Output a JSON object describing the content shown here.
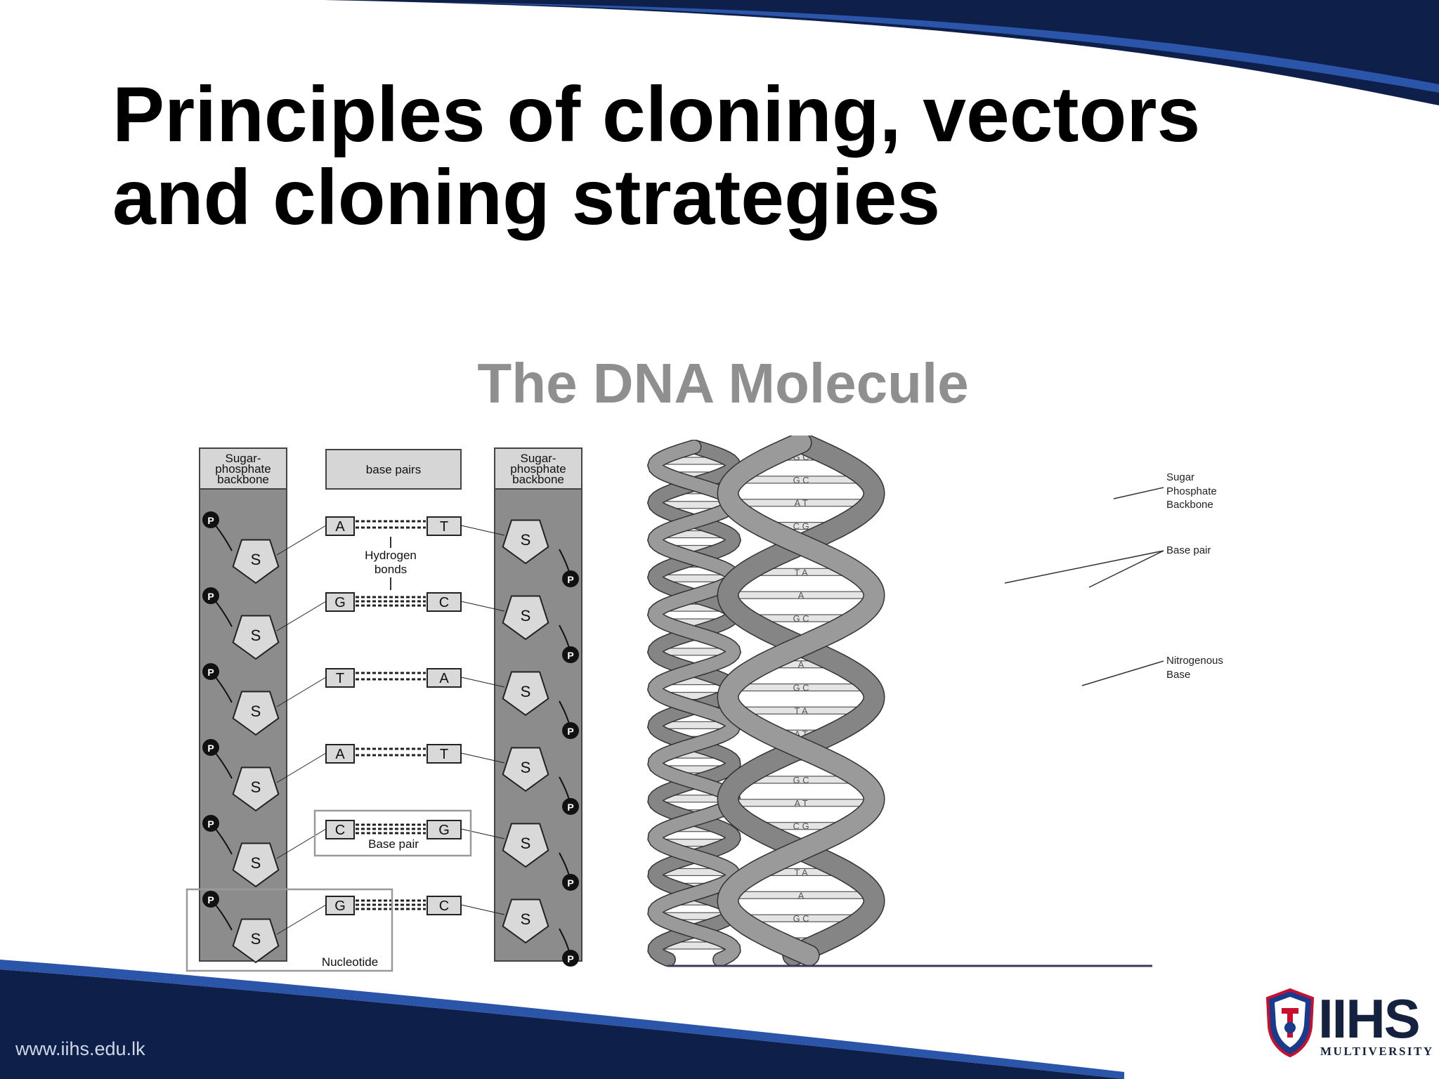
{
  "slide": {
    "title_line1": "Principles of cloning, vectors",
    "title_line2": "and cloning strategies",
    "website": "www.iihs.edu.lk"
  },
  "logo": {
    "name": "IIHS",
    "subtitle": "MULTIVERSITY"
  },
  "diagram": {
    "title": "The DNA Molecule",
    "ladder": {
      "left_backbone_label": [
        "Sugar-",
        "phosphate",
        "backbone"
      ],
      "right_backbone_label": [
        "Sugar-",
        "phosphate",
        "backbone"
      ],
      "base_pairs_header": "base pairs",
      "sugar_symbol": "S",
      "phosphate_symbol": "P",
      "pairs": [
        {
          "left": "A",
          "right": "T"
        },
        {
          "left": "G",
          "right": "C"
        },
        {
          "left": "T",
          "right": "A"
        },
        {
          "left": "A",
          "right": "T"
        },
        {
          "left": "C",
          "right": "G"
        },
        {
          "left": "G",
          "right": "C"
        }
      ],
      "hydrogen_bonds_label": [
        "Hydrogen",
        "bonds"
      ],
      "base_pair_label": "Base pair",
      "nucleotide_label": "Nucleotide"
    },
    "helix_labels": {
      "sugar_phosphate_backbone": [
        "Sugar",
        "Phosphate",
        "Backbone"
      ],
      "base_pair": "Base pair",
      "nitrogenous_base": [
        "Nitrogenous",
        "Base"
      ],
      "rung_labels": [
        "G C",
        "G C",
        "A T",
        "C G",
        "G C",
        "T A",
        "A",
        "G C",
        "T A",
        "A",
        "G C",
        "T A",
        "A T"
      ]
    }
  },
  "colors": {
    "navy": "#0e1f4a",
    "blue": "#2a55a8",
    "backbone_gray": "#8c8c8c",
    "helix_gray": "#8a8a8a",
    "title_gray": "#8f8f8f"
  }
}
